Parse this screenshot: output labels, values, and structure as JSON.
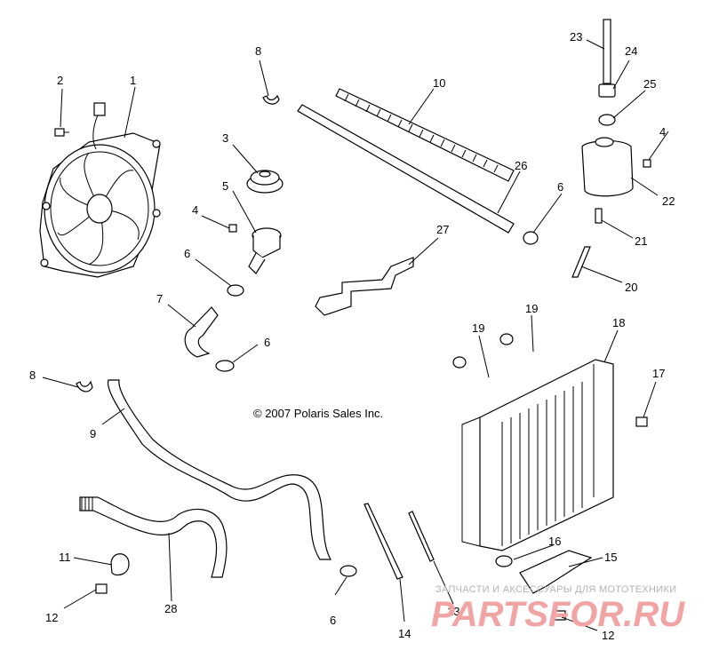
{
  "copyright": "© 2007 Polaris Sales Inc.",
  "watermark": {
    "tagline": "ЗАПЧАСТИ И АКСЕССУАРЫ ДЛЯ МОТОТЕХНИКИ",
    "logo": "PARTSFOR.RU"
  },
  "callouts": [
    {
      "id": "c1",
      "label": "1"
    },
    {
      "id": "c2",
      "label": "2"
    },
    {
      "id": "c3",
      "label": "3"
    },
    {
      "id": "c4a",
      "label": "4"
    },
    {
      "id": "c4b",
      "label": "4"
    },
    {
      "id": "c5",
      "label": "5"
    },
    {
      "id": "c6a",
      "label": "6"
    },
    {
      "id": "c6b",
      "label": "6"
    },
    {
      "id": "c6c",
      "label": "6"
    },
    {
      "id": "c6d",
      "label": "6"
    },
    {
      "id": "c7",
      "label": "7"
    },
    {
      "id": "c8a",
      "label": "8"
    },
    {
      "id": "c8b",
      "label": "8"
    },
    {
      "id": "c9",
      "label": "9"
    },
    {
      "id": "c10",
      "label": "10"
    },
    {
      "id": "c11",
      "label": "11"
    },
    {
      "id": "c12a",
      "label": "12"
    },
    {
      "id": "c12b",
      "label": "12"
    },
    {
      "id": "c13",
      "label": "13"
    },
    {
      "id": "c14",
      "label": "14"
    },
    {
      "id": "c15",
      "label": "15"
    },
    {
      "id": "c16",
      "label": "16"
    },
    {
      "id": "c17",
      "label": "17"
    },
    {
      "id": "c18",
      "label": "18"
    },
    {
      "id": "c19a",
      "label": "19"
    },
    {
      "id": "c19b",
      "label": "19"
    },
    {
      "id": "c20",
      "label": "20"
    },
    {
      "id": "c21",
      "label": "21"
    },
    {
      "id": "c22",
      "label": "22"
    },
    {
      "id": "c23",
      "label": "23"
    },
    {
      "id": "c24",
      "label": "24"
    },
    {
      "id": "c25",
      "label": "25"
    },
    {
      "id": "c26",
      "label": "26"
    },
    {
      "id": "c27",
      "label": "27"
    },
    {
      "id": "c28",
      "label": "28"
    }
  ]
}
